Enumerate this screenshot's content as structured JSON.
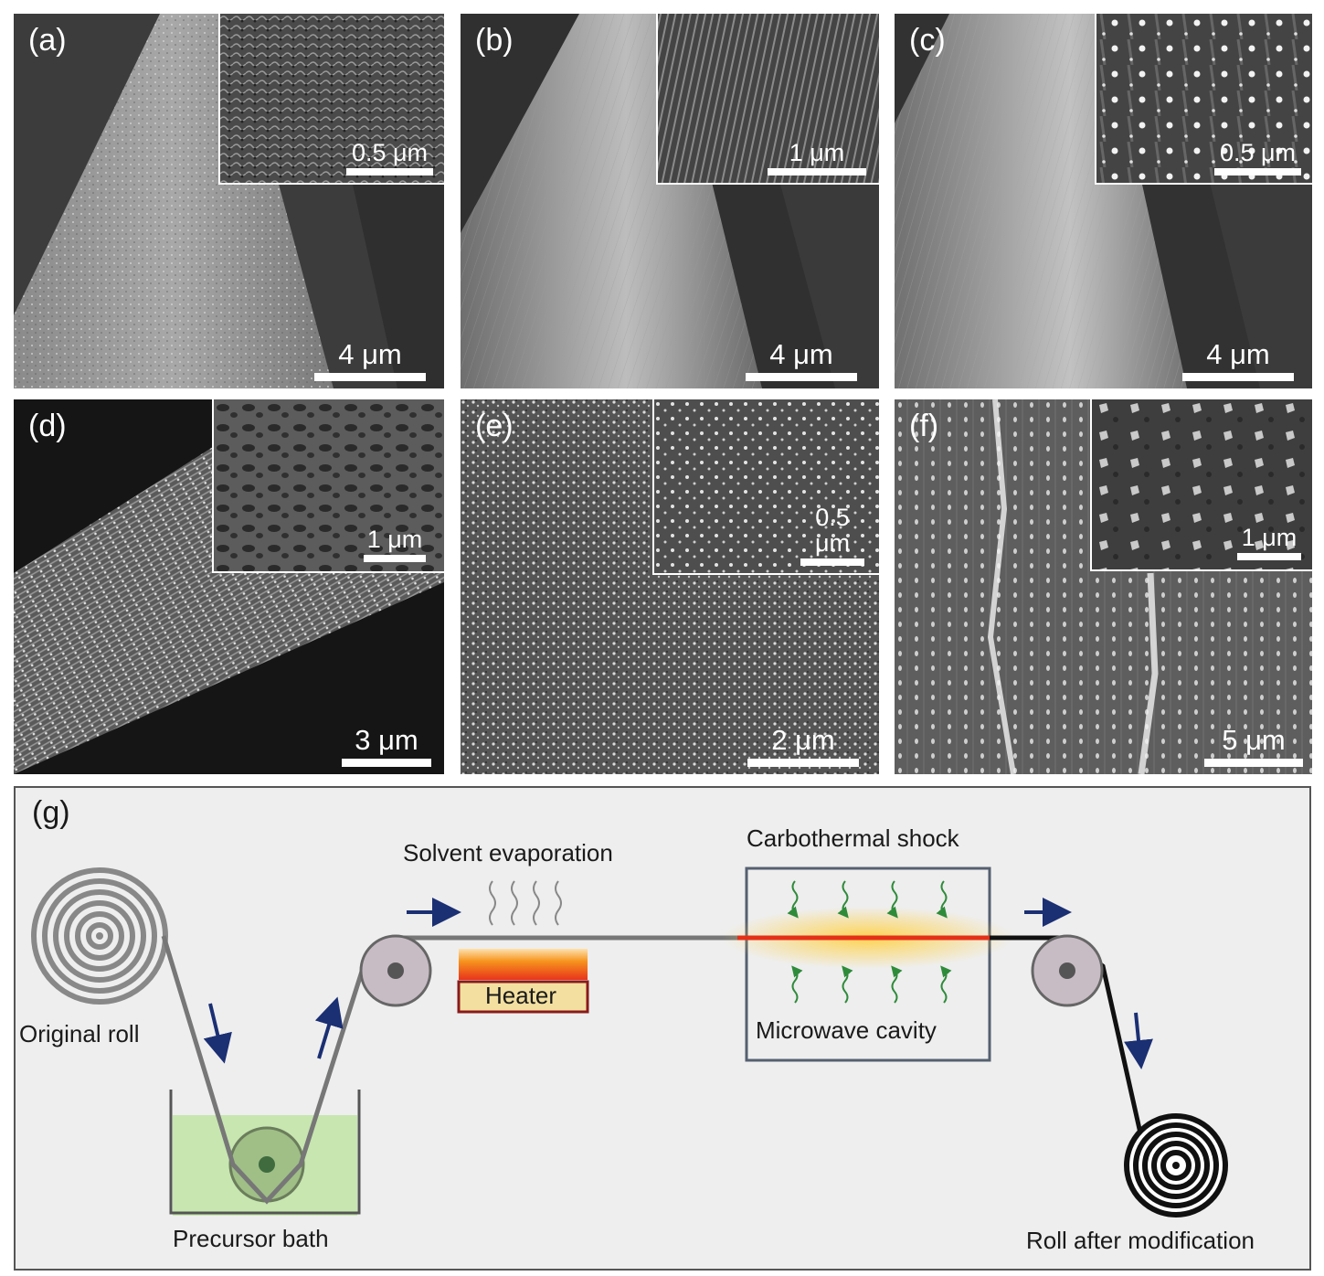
{
  "panels": [
    {
      "label": "(a)",
      "scale_main": "4 μm",
      "scale_inset": "0.5 μm"
    },
    {
      "label": "(b)",
      "scale_main": "4 μm",
      "scale_inset": "1 μm"
    },
    {
      "label": "(c)",
      "scale_main": "4 μm",
      "scale_inset": "0.5 μm"
    },
    {
      "label": "(d)",
      "scale_main": "3 μm",
      "scale_inset": "1 μm"
    },
    {
      "label": "(e)",
      "scale_main": "2 μm",
      "scale_inset": "0.5 μm"
    },
    {
      "label": "(f)",
      "scale_main": "5 μm",
      "scale_inset": "1 μm"
    }
  ],
  "schematic": {
    "label": "(g)",
    "original_roll": "Original roll",
    "precursor_bath": "Precursor bath",
    "solvent_evaporation": "Solvent evaporation",
    "heater": "Heater",
    "carbothermal_shock": "Carbothermal shock",
    "microwave_cavity": "Microwave cavity",
    "roll_after": "Roll after modification"
  },
  "colors": {
    "bath": "#c8e6b0",
    "heater_box": "#f3e0a0",
    "heater_border": "#8b1a1a",
    "arrow": "#1b2f73",
    "microwave_wave": "#2e8b3a",
    "glow": "#ffd24a",
    "hot_line": "#e53018"
  }
}
